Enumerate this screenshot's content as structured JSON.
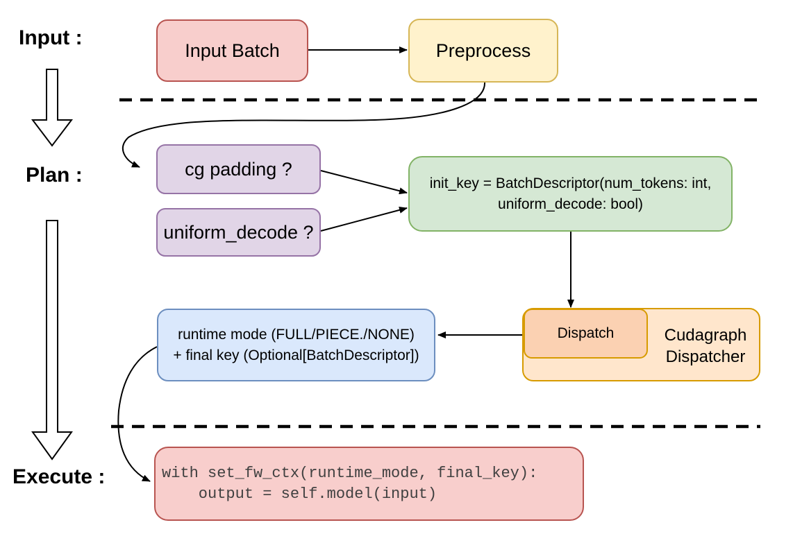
{
  "palette": {
    "red_fill": "#f8cecc",
    "red_stroke": "#b85450",
    "yellow_fill": "#fff2cc",
    "yellow_stroke": "#d6b656",
    "purple_fill": "#e1d5e7",
    "purple_stroke": "#9673a6",
    "green_fill": "#d5e8d4",
    "green_stroke": "#82b366",
    "blue_fill": "#dae8fc",
    "blue_stroke": "#6c8ebf",
    "orange_outer_fill": "#ffe6cc",
    "orange_inner_fill": "#fbd1b2",
    "orange_stroke": "#d79b00",
    "code_text": "#404040",
    "line_color": "#000000"
  },
  "stages": {
    "input_label": "Input :",
    "plan_label": "Plan :",
    "execute_label": "Execute :"
  },
  "nodes": {
    "input_batch": {
      "label": "Input Batch"
    },
    "preprocess": {
      "label": "Preprocess"
    },
    "cg_padding": {
      "label": "cg padding ?"
    },
    "uniform_decode": {
      "label": "uniform_decode ?"
    },
    "init_key": {
      "line1": "init_key = BatchDescriptor(num_tokens: int,",
      "line2": "uniform_decode: bool)"
    },
    "runtime_mode": {
      "line1": "runtime mode (FULL/PIECE./NONE)",
      "line2": "+ final key (Optional[BatchDescriptor])"
    },
    "dispatch": {
      "label": "Dispatch"
    },
    "cudagraph_dispatcher": {
      "line1": "Cudagraph",
      "line2": "Dispatcher"
    },
    "execute_code": {
      "line1": "with set_fw_ctx(runtime_mode, final_key):",
      "line2": "    output = self.model(input)"
    }
  }
}
